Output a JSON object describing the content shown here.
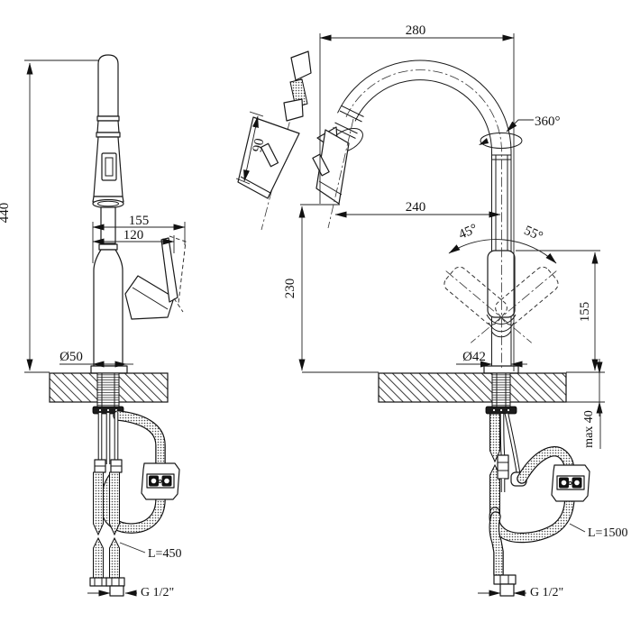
{
  "left_view": {
    "height": "440",
    "handle_reach_open": "155",
    "handle_reach": "120",
    "base_diameter": "Ø50",
    "hose_length": "L=450",
    "thread": "G 1/2\""
  },
  "right_view": {
    "spout_width": "280",
    "spray_head_length": "90",
    "spout_reach": "240",
    "spout_height": "230",
    "swivel_angle": "360°",
    "handle_angle_left": "45°",
    "handle_angle_right": "55°",
    "body_height": "155",
    "body_diameter": "Ø42",
    "deck_thickness": "max 40",
    "hose_length": "L=1500",
    "thread": "G 1/2\""
  }
}
